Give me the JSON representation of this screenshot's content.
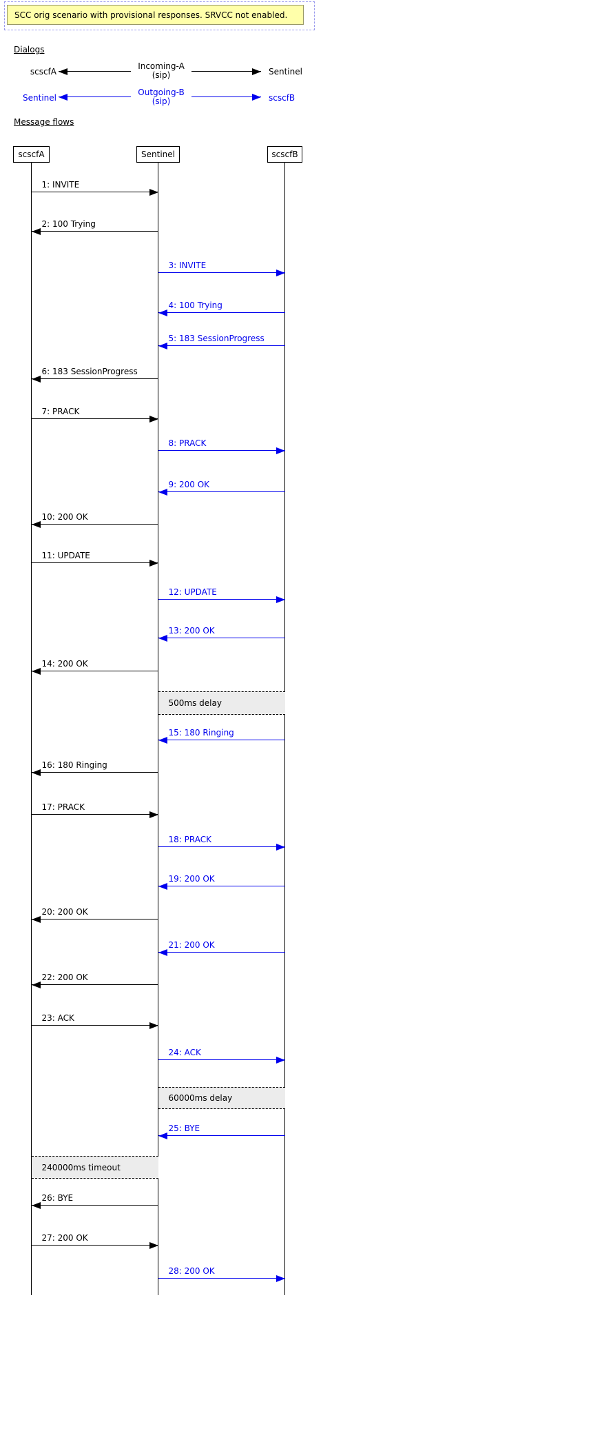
{
  "title": "SCC orig scenario with provisional responses. SRVCC not enabled.",
  "headings": {
    "dialogs": "Dialogs",
    "message_flows": "Message flows"
  },
  "dialogs": [
    {
      "left_party": "scscfA",
      "name": "Incoming-A",
      "protocol": "(sip)",
      "right_party": "Sentinel"
    },
    {
      "left_party": "Sentinel",
      "name": "Outgoing-B",
      "protocol": "(sip)",
      "right_party": "scscfB"
    }
  ],
  "participants": [
    "scscfA",
    "Sentinel",
    "scscfB"
  ],
  "colors": {
    "a_dialog": "#000000",
    "b_dialog": "#0000ee",
    "note_fill": "#ececec",
    "title_fill": "#ffffaa",
    "title_inner_border": "#999966",
    "title_outer_border": "#9999ee"
  },
  "events": [
    {
      "kind": "message",
      "label": "1: INVITE",
      "from": "scscfA",
      "to": "Sentinel"
    },
    {
      "kind": "message",
      "label": "2: 100 Trying",
      "from": "Sentinel",
      "to": "scscfA"
    },
    {
      "kind": "message",
      "label": "3: INVITE",
      "from": "Sentinel",
      "to": "scscfB"
    },
    {
      "kind": "message",
      "label": "4: 100 Trying",
      "from": "scscfB",
      "to": "Sentinel"
    },
    {
      "kind": "message",
      "label": "5: 183 SessionProgress",
      "from": "scscfB",
      "to": "Sentinel"
    },
    {
      "kind": "message",
      "label": "6: 183 SessionProgress",
      "from": "Sentinel",
      "to": "scscfA"
    },
    {
      "kind": "message",
      "label": "7: PRACK",
      "from": "scscfA",
      "to": "Sentinel"
    },
    {
      "kind": "message",
      "label": "8: PRACK",
      "from": "Sentinel",
      "to": "scscfB"
    },
    {
      "kind": "message",
      "label": "9: 200 OK",
      "from": "scscfB",
      "to": "Sentinel"
    },
    {
      "kind": "message",
      "label": "10: 200 OK",
      "from": "Sentinel",
      "to": "scscfA"
    },
    {
      "kind": "message",
      "label": "11: UPDATE",
      "from": "scscfA",
      "to": "Sentinel"
    },
    {
      "kind": "message",
      "label": "12: UPDATE",
      "from": "Sentinel",
      "to": "scscfB"
    },
    {
      "kind": "message",
      "label": "13: 200 OK",
      "from": "scscfB",
      "to": "Sentinel"
    },
    {
      "kind": "message",
      "label": "14: 200 OK",
      "from": "Sentinel",
      "to": "scscfA"
    },
    {
      "kind": "note",
      "label": "500ms delay",
      "from": "Sentinel",
      "to": "scscfB"
    },
    {
      "kind": "message",
      "label": "15: 180 Ringing",
      "from": "scscfB",
      "to": "Sentinel"
    },
    {
      "kind": "message",
      "label": "16: 180 Ringing",
      "from": "Sentinel",
      "to": "scscfA"
    },
    {
      "kind": "message",
      "label": "17: PRACK",
      "from": "scscfA",
      "to": "Sentinel"
    },
    {
      "kind": "message",
      "label": "18: PRACK",
      "from": "Sentinel",
      "to": "scscfB"
    },
    {
      "kind": "message",
      "label": "19: 200 OK",
      "from": "scscfB",
      "to": "Sentinel"
    },
    {
      "kind": "message",
      "label": "20: 200 OK",
      "from": "Sentinel",
      "to": "scscfA"
    },
    {
      "kind": "message",
      "label": "21: 200 OK",
      "from": "scscfB",
      "to": "Sentinel"
    },
    {
      "kind": "message",
      "label": "22: 200 OK",
      "from": "Sentinel",
      "to": "scscfA"
    },
    {
      "kind": "message",
      "label": "23: ACK",
      "from": "scscfA",
      "to": "Sentinel"
    },
    {
      "kind": "message",
      "label": "24: ACK",
      "from": "Sentinel",
      "to": "scscfB"
    },
    {
      "kind": "note",
      "label": "60000ms delay",
      "from": "Sentinel",
      "to": "scscfB"
    },
    {
      "kind": "message",
      "label": "25: BYE",
      "from": "scscfB",
      "to": "Sentinel"
    },
    {
      "kind": "note",
      "label": "240000ms timeout",
      "from": "scscfA",
      "to": "Sentinel"
    },
    {
      "kind": "message",
      "label": "26: BYE",
      "from": "Sentinel",
      "to": "scscfA"
    },
    {
      "kind": "message",
      "label": "27: 200 OK",
      "from": "scscfA",
      "to": "Sentinel"
    },
    {
      "kind": "message",
      "label": "28: 200 OK",
      "from": "Sentinel",
      "to": "scscfB"
    }
  ]
}
